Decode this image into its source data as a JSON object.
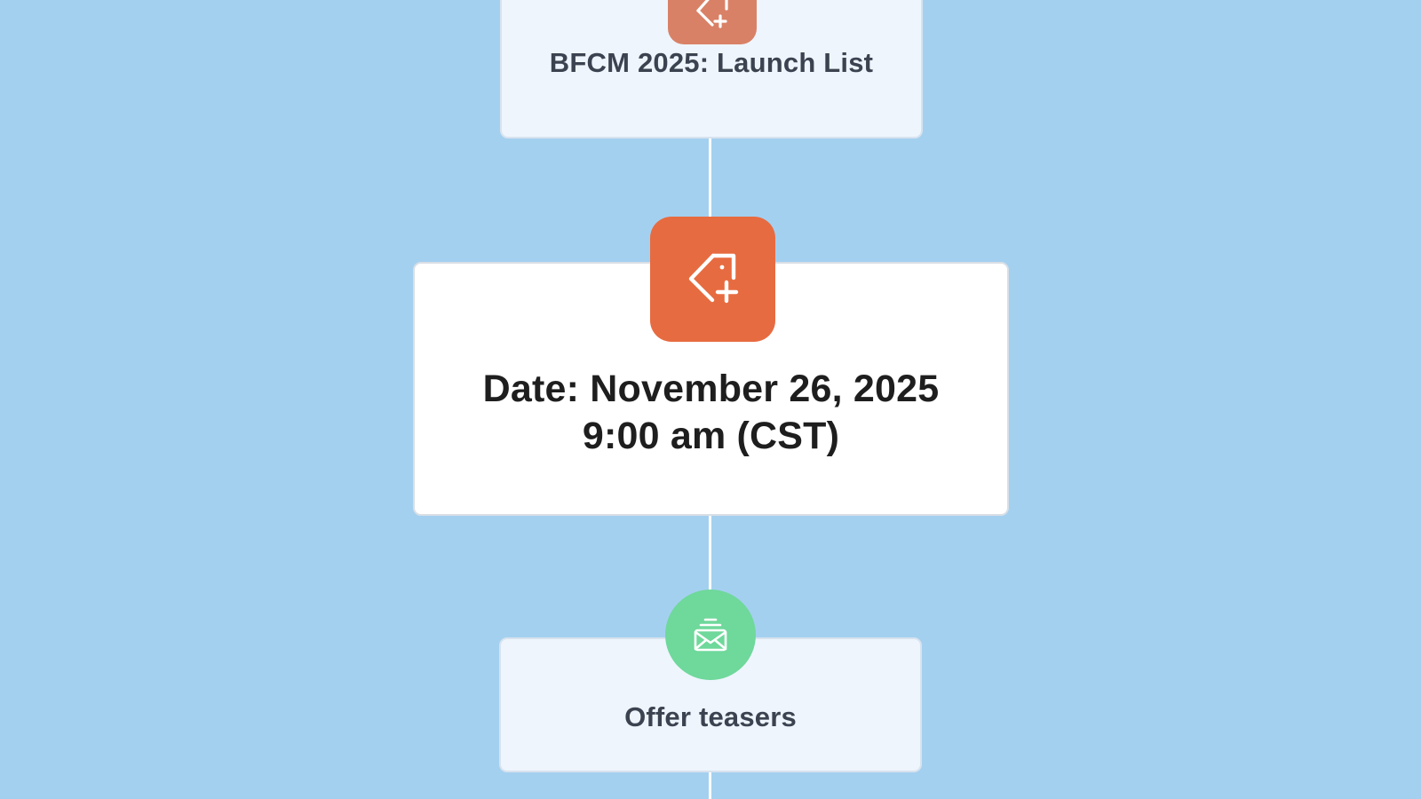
{
  "canvas": {
    "background": "#a4d0f0",
    "connector_color": "#ffffff"
  },
  "nodes": [
    {
      "title": "BFCM 2025: Launch List",
      "icon": "tag-plus-icon",
      "icon_bg": "#d98167",
      "card_bg": "#eef5fd",
      "text_color": "#3c4350"
    },
    {
      "title_line1": "Date: November 26, 2025",
      "title_line2": "9:00 am (CST)",
      "icon": "tag-plus-icon",
      "icon_bg": "#e76b40",
      "card_bg": "#ffffff",
      "text_color": "#1e1e1e"
    },
    {
      "title": "Offer teasers",
      "icon": "email-stack-icon",
      "icon_bg": "#6fd89b",
      "card_bg": "#eef5fd",
      "text_color": "#3c4350"
    }
  ]
}
